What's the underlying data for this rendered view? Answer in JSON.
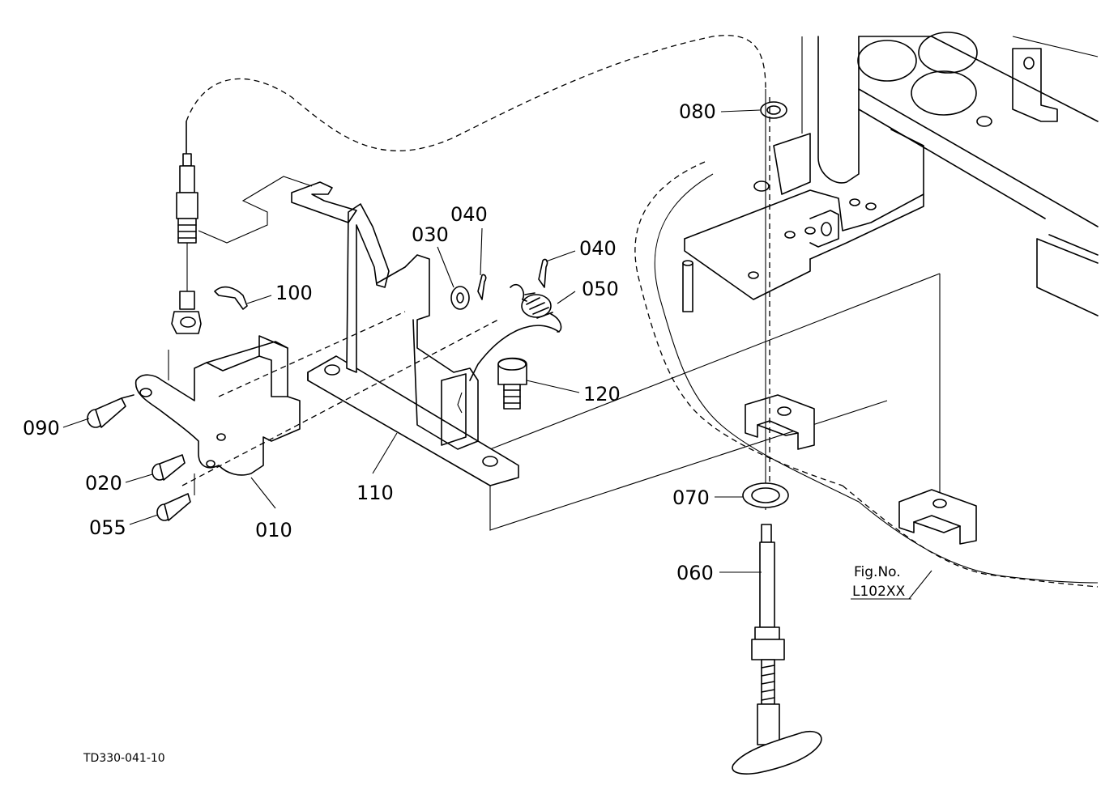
{
  "figure_code": "TD330-041-10",
  "fig_ref": {
    "line1": "Fig.No.",
    "line2": "L102XX"
  },
  "callouts": {
    "p010": "010",
    "p020": "020",
    "p030": "030",
    "p040a": "040",
    "p040b": "040",
    "p050": "050",
    "p055": "055",
    "p060": "060",
    "p070": "070",
    "p080": "080",
    "p090": "090",
    "p100": "100",
    "p110": "110",
    "p120": "120"
  }
}
